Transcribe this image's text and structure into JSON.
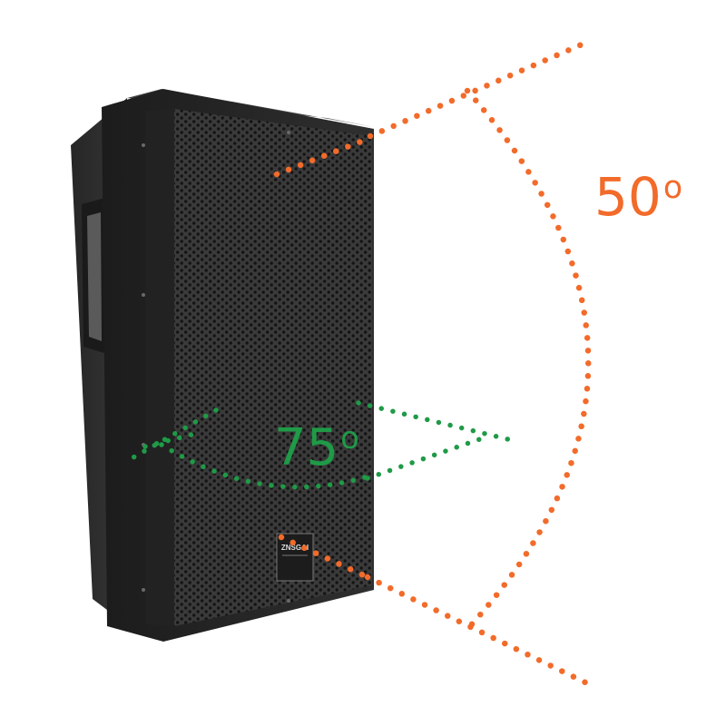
{
  "image": {
    "subject": "speaker-cabinet",
    "colors": {
      "vertical_accent": "#f26b2a",
      "horizontal_accent": "#1f9a47",
      "cabinet": "#2b2b2b",
      "grille": "#3c3c3c",
      "background": "#ffffff"
    }
  },
  "dispersion": {
    "vertical": {
      "value": "50",
      "unit": "o"
    },
    "horizontal": {
      "value": "75",
      "unit": "o"
    }
  },
  "badge": {
    "brand": "ZNSGAI"
  }
}
